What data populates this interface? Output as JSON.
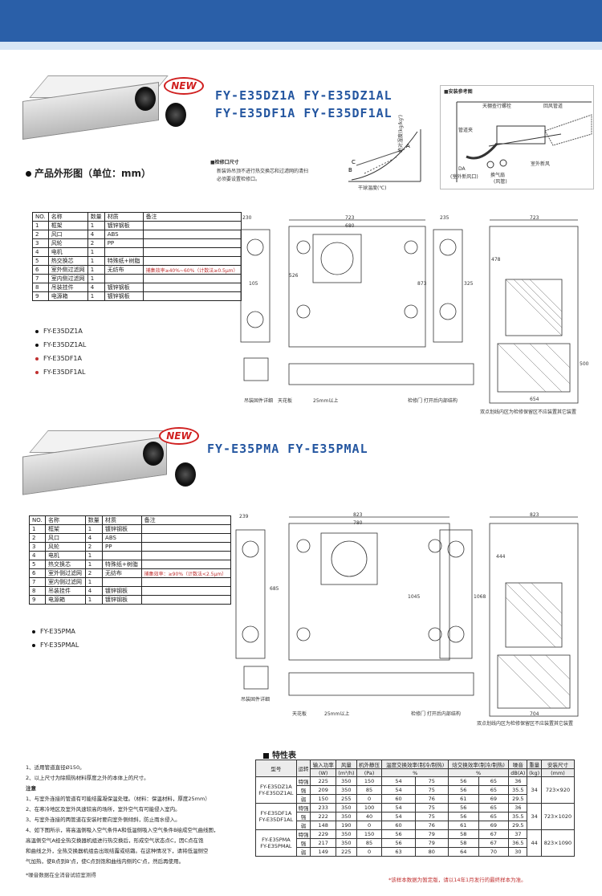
{
  "badge": "NEW",
  "section1": {
    "models_line1": "FY-E35DZ1A  FY-E35DZ1AL",
    "models_line2": "FY-E35DF1A  FY-E35DF1AL",
    "install_title": "■安装参考图",
    "install_labels": [
      "天棚查行螺栓",
      "回风管道",
      "管道夹",
      "室外新风",
      "DA",
      "(室外新风口)",
      "换气扇",
      "(风管)"
    ],
    "service_note_title": "■检修口尺寸",
    "service_note_body": [
      "新装饰吊顶不进行热交换芯和过滤网的清扫",
      "必须要设置检修口。"
    ],
    "psychro_axis_x": "干球温度(℃)",
    "psychro_axis_y": "绝对湿度(kg/kg')",
    "outline_title": "产品外形图（单位：mm）",
    "parts_headers": [
      "NO.",
      "名称",
      "数量",
      "材质",
      "备注"
    ],
    "parts": [
      {
        "no": "1",
        "name": "框架",
        "qty": "1",
        "mat": "镀锌钢板",
        "note": ""
      },
      {
        "no": "2",
        "name": "风口",
        "qty": "4",
        "mat": "ABS",
        "note": ""
      },
      {
        "no": "3",
        "name": "风轮",
        "qty": "2",
        "mat": "PP",
        "note": ""
      },
      {
        "no": "4",
        "name": "电机",
        "qty": "1",
        "mat": "",
        "note": ""
      },
      {
        "no": "5",
        "name": "热交换芯",
        "qty": "1",
        "mat": "特殊纸+树脂",
        "note": ""
      },
      {
        "no": "6",
        "name": "室外侧过滤网",
        "qty": "1",
        "mat": "无纺布",
        "note": "捕集效率≥40%~60%（计数法≥0.5μm）"
      },
      {
        "no": "7",
        "name": "室内侧过滤网",
        "qty": "1",
        "mat": "",
        "note": ""
      },
      {
        "no": "8",
        "name": "吊装挂件",
        "qty": "4",
        "mat": "镀锌钢板",
        "note": ""
      },
      {
        "no": "9",
        "name": "电源箱",
        "qty": "1",
        "mat": "镀锌钢板",
        "note": ""
      }
    ],
    "model_list": [
      "FY-E35DZ1A",
      "FY-E35DZ1AL",
      "FY-E35DF1A",
      "FY-E35DF1AL"
    ],
    "dims_plan": [
      "723",
      "680",
      "230",
      "235",
      "526",
      "873",
      "105"
    ],
    "dims_side": [
      "723",
      "478",
      "325",
      "654",
      "500"
    ],
    "drawing_labels": [
      "吊装固件详细",
      "天花板",
      "25mm以上",
      "检修门 打开后内部结构",
      "双点划线内区为检修保留区不应装置其它装置"
    ]
  },
  "section2": {
    "models": "FY-E35PMA   FY-E35PMAL",
    "parts_headers": [
      "NO.",
      "名称",
      "数量",
      "材质",
      "备注"
    ],
    "parts": [
      {
        "no": "1",
        "name": "框架",
        "qty": "1",
        "mat": "镀锌钢板",
        "note": ""
      },
      {
        "no": "2",
        "name": "风口",
        "qty": "4",
        "mat": "ABS",
        "note": ""
      },
      {
        "no": "3",
        "name": "风轮",
        "qty": "2",
        "mat": "PP",
        "note": ""
      },
      {
        "no": "4",
        "name": "电机",
        "qty": "1",
        "mat": "",
        "note": ""
      },
      {
        "no": "5",
        "name": "热交换芯",
        "qty": "1",
        "mat": "特殊纸+树脂",
        "note": ""
      },
      {
        "no": "6",
        "name": "室外侧过滤网",
        "qty": "2",
        "mat": "无纺布",
        "note": "捕集效率：≥90%（计数法<2.5μm）"
      },
      {
        "no": "7",
        "name": "室内侧过滤网",
        "qty": "1",
        "mat": "",
        "note": ""
      },
      {
        "no": "8",
        "name": "吊装挂件",
        "qty": "4",
        "mat": "镀锌钢板",
        "note": ""
      },
      {
        "no": "9",
        "name": "电源箱",
        "qty": "1",
        "mat": "镀锌钢板",
        "note": ""
      }
    ],
    "model_list": [
      "FY-E35PMA",
      "FY-E35PMAL"
    ],
    "dims_plan": [
      "823",
      "780",
      "239",
      "685",
      "1045"
    ],
    "dims_side": [
      "823",
      "444",
      "704",
      "1068"
    ],
    "drawing_labels": [
      "吊装固件详细",
      "天花板",
      "25mm以上",
      "检修门 打开后内部结构",
      "双点划线内区为检修保留区不应装置其它装置"
    ]
  },
  "notes": {
    "lines": [
      "1、适用管道直径Ø150。",
      "2、以上尺寸为除隔热材料厚度之外的本体上的尺寸。",
      "注意",
      "1、与室外连接的管道有可能结露凝保温处理。（材料：保温材料，厚度25mm）",
      "2、在寒冷地区及室外风速较高的场所，室外空气有可能侵入室内。",
      "3、与室外连接的两管道在安装时要向室外侧倾斜，防止雨水侵入。",
      "4、如下图所示，将高温侧吸入空气条件A和低温侧吸入空气条件B绘成空气曲线图，",
      "   高温侧空气A经全热交换器机组进行热交换后，形成空气状态点C，因C点在饱",
      "   和曲线之外，全热交换器机组会出现结露或结霜。在这种情况下，请将低温侧空",
      "   气加热，使B点到B'点，使C点到饱和曲线内侧的C'点，然后再使用。"
    ],
    "footnote": "*噪音数据在全消音试验室测得"
  },
  "spec": {
    "title": "特性表",
    "header_top": [
      "型号",
      "运转",
      "输入功率",
      "风量",
      "机外静压",
      "温度交换效率(制冷/制热)",
      "",
      "焓交换效率(制冷/制热)",
      "",
      "噪音",
      "重量",
      "安装尺寸"
    ],
    "header_units": [
      "",
      "",
      "(W)",
      "(m³/h)",
      "(Pa)",
      "%",
      "",
      "%",
      "",
      "dB(A)",
      "(kg)",
      "(mm)"
    ],
    "groups": [
      {
        "model_a": "FY-E35DZ1A",
        "model_b": "FY-E35DZ1AL",
        "weight": "34",
        "size": "723×920",
        "rows": [
          [
            "特强",
            "225",
            "350",
            "150",
            "54",
            "75",
            "56",
            "65",
            "36"
          ],
          [
            "强",
            "209",
            "350",
            "85",
            "54",
            "75",
            "56",
            "65",
            "35.5"
          ],
          [
            "弱",
            "150",
            "255",
            "0",
            "60",
            "76",
            "61",
            "69",
            "29.5"
          ]
        ]
      },
      {
        "model_a": "FY-E35DF1A",
        "model_b": "FY-E35DF1AL",
        "weight": "34",
        "size": "723×1020",
        "rows": [
          [
            "特强",
            "233",
            "350",
            "100",
            "54",
            "75",
            "56",
            "65",
            "36"
          ],
          [
            "强",
            "222",
            "350",
            "40",
            "54",
            "75",
            "56",
            "65",
            "35.5"
          ],
          [
            "弱",
            "148",
            "190",
            "0",
            "60",
            "76",
            "61",
            "69",
            "29.5"
          ]
        ]
      },
      {
        "model_a": "FY-E35PMA",
        "model_b": "FY-E35PMAL",
        "weight": "44",
        "size": "823×1090",
        "rows": [
          [
            "特强",
            "229",
            "350",
            "150",
            "56",
            "79",
            "58",
            "67",
            "37"
          ],
          [
            "强",
            "217",
            "350",
            "85",
            "56",
            "79",
            "58",
            "67",
            "36.5"
          ],
          [
            "弱",
            "149",
            "225",
            "0",
            "63",
            "80",
            "64",
            "70",
            "30"
          ]
        ]
      }
    ],
    "footnote": "*该样本数据为暂定版，请以14年1月发行的最终样本为准。"
  }
}
